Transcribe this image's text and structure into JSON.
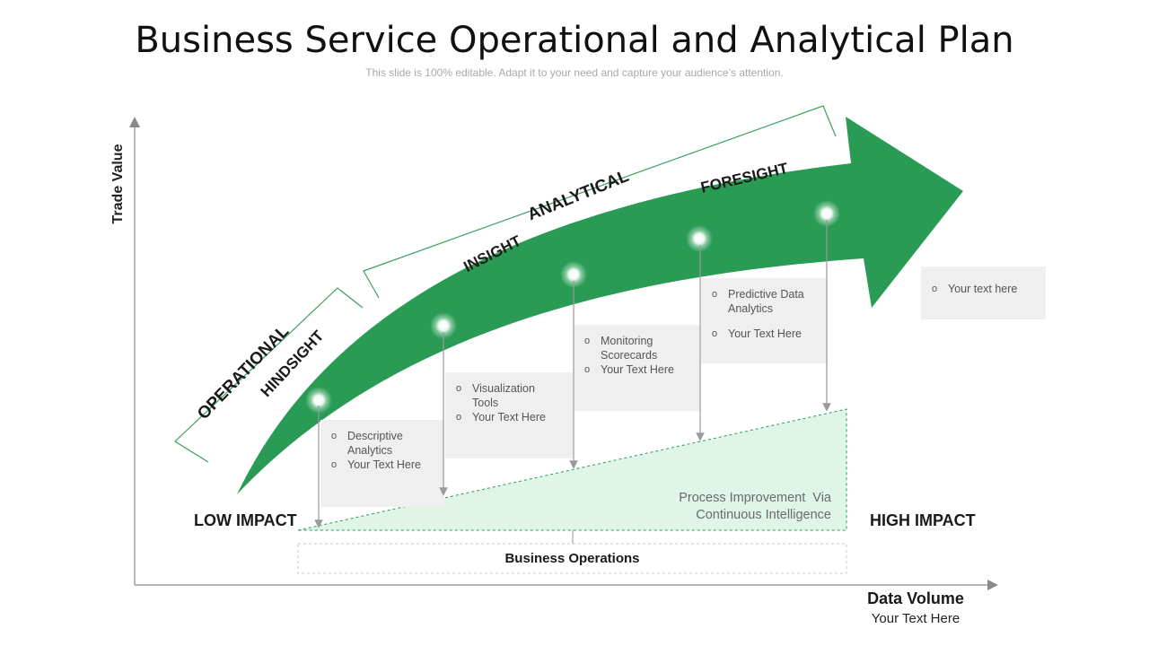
{
  "title": "Business Service Operational and Analytical Plan",
  "subtitle": "This slide is 100% editable. Adapt it to your need and capture your audience’s attention.",
  "axes": {
    "y_label": "Trade Value",
    "x_label": "Data Volume",
    "x_sublabel": "Your Text Here"
  },
  "stages": {
    "operational": "OPERATIONAL",
    "analytical": "ANALYTICAL",
    "hindsight": "HINDSIGHT",
    "insight": "INSIGHT",
    "foresight": "FORESIGHT"
  },
  "impact": {
    "low": "LOW IMPACT",
    "high": "HIGH IMPACT"
  },
  "boxes": [
    {
      "items": [
        "Descriptive Analytics",
        "Your Text Here"
      ]
    },
    {
      "items": [
        "Visualization Tools",
        "Your Text Here"
      ]
    },
    {
      "items": [
        "Monitoring Scorecards",
        "Your Text Here"
      ]
    },
    {
      "items": [
        "Predictive Data Analytics",
        "Your Text Here"
      ]
    },
    {
      "items": [
        "Your text here"
      ]
    }
  ],
  "process": {
    "line1": "Process Improvement  Via",
    "line2": "Continuous Intelligence"
  },
  "business_operations": "Business Operations",
  "colors": {
    "arrow_green": "#2a9b55",
    "triangle_fill": "#dff5e8",
    "box_gray": "#efefef",
    "bracket_green": "#3aa05e"
  }
}
